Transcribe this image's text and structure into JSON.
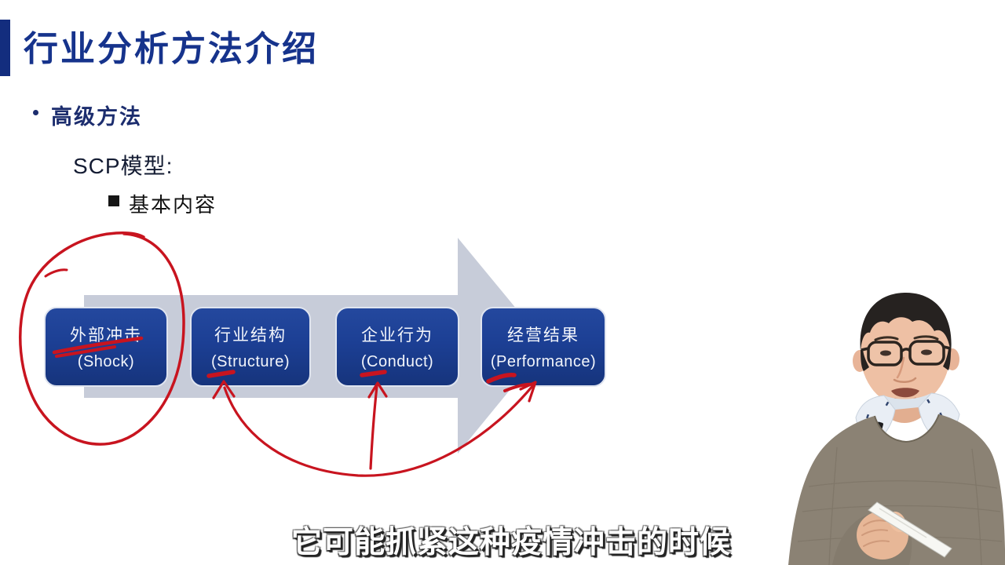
{
  "slide": {
    "title": "行业分析方法介绍",
    "level1_bullet": "高级方法",
    "level2_heading": "SCP模型:",
    "level3_bullet": "基本内容"
  },
  "diagram": {
    "type": "flow-arrow",
    "boxes": [
      {
        "zh": "外部冲击",
        "en": "(Shock)"
      },
      {
        "zh": "行业结构",
        "en": "(Structure)"
      },
      {
        "zh": "企业行为",
        "en": "(Conduct)"
      },
      {
        "zh": "经营结果",
        "en": "(Performance)"
      }
    ],
    "colors": {
      "box_fill": "#1c3f94",
      "box_border": "#dfe4ef",
      "arrow_fill": "#c7ccd9",
      "ink": "#c8141f"
    },
    "annotations": [
      "hand-drawn-circle-around-shock",
      "double-underline-under-shock",
      "up-arrow-to-structure",
      "up-arrow-to-conduct",
      "curved-arrow-to-performance"
    ]
  },
  "subtitle": {
    "text": "它可能抓紧这种疫情冲击的时候"
  },
  "theme": {
    "title_color": "#16338c",
    "accent_bar_color": "#132d7e",
    "heading_color": "#1c2d6e",
    "text_color": "#141c33"
  }
}
